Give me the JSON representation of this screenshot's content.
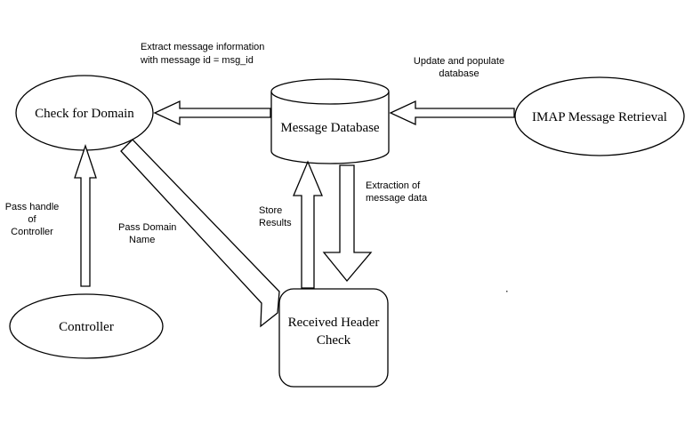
{
  "nodes": {
    "check_domain": "Check for Domain",
    "message_db": "Message Database",
    "imap": "IMAP Message Retrieval",
    "controller": "Controller",
    "received_header": [
      "Received Header",
      "Check"
    ]
  },
  "edges": {
    "extract_info": [
      "Extract message information",
      "with message id = msg_id"
    ],
    "update_db": [
      "Update and populate",
      "database"
    ],
    "pass_handle": [
      "Pass handle",
      "of",
      "Controller"
    ],
    "pass_domain": [
      "Pass Domain",
      "Name"
    ],
    "store_results": [
      "Store",
      "Results"
    ],
    "extraction_data": [
      "Extraction of",
      "message data"
    ]
  }
}
